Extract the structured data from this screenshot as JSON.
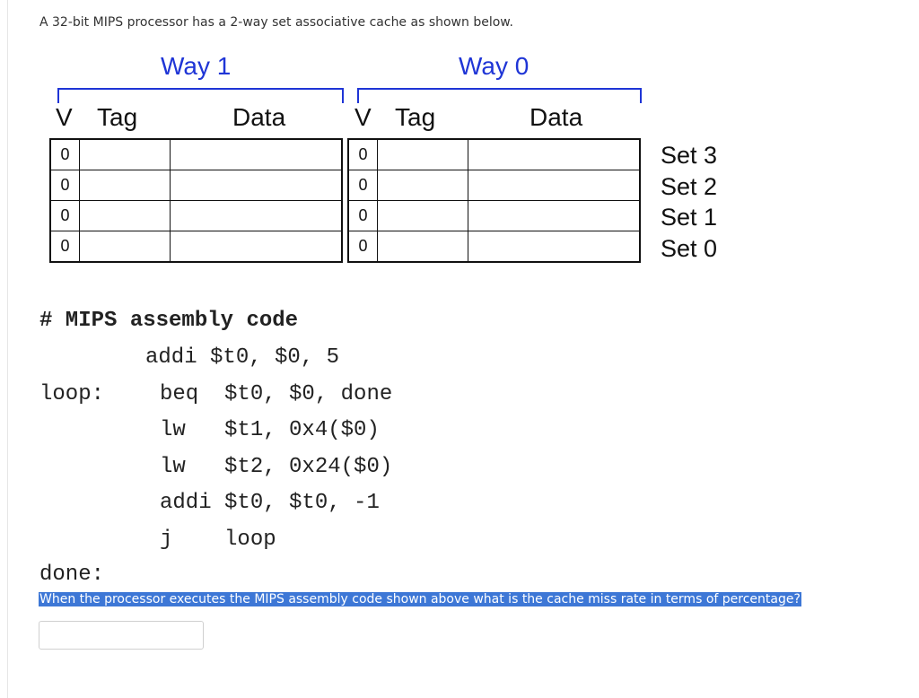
{
  "intro": "A 32-bit MIPS processor has a 2-way set associative cache as shown below.",
  "diagram": {
    "way_labels": [
      "Way 1",
      "Way 0"
    ],
    "col_v": "V",
    "col_tag": "Tag",
    "col_data": "Data",
    "valid_bits": [
      "0",
      "0",
      "0",
      "0"
    ],
    "set_labels": [
      "Set 3",
      "Set 2",
      "Set 1",
      "Set 0"
    ],
    "accent_color": "#1f35d6"
  },
  "code": {
    "comment": "# MIPS assembly code",
    "lines": [
      {
        "label": "",
        "text": "addi $t0, $0, 5"
      },
      {
        "label": "loop:",
        "text": "beq  $t0, $0, done"
      },
      {
        "label": "",
        "text": "lw   $t1, 0x4($0)"
      },
      {
        "label": "",
        "text": "lw   $t2, 0x24($0)"
      },
      {
        "label": "",
        "text": "addi $t0, $t0, -1"
      },
      {
        "label": "",
        "text": "j    loop"
      },
      {
        "label": "done:",
        "text": ""
      }
    ]
  },
  "question": "When the processor executes the MIPS assembly code shown above what is the cache miss rate in terms of percentage?",
  "answer": {
    "value": "",
    "placeholder": ""
  }
}
